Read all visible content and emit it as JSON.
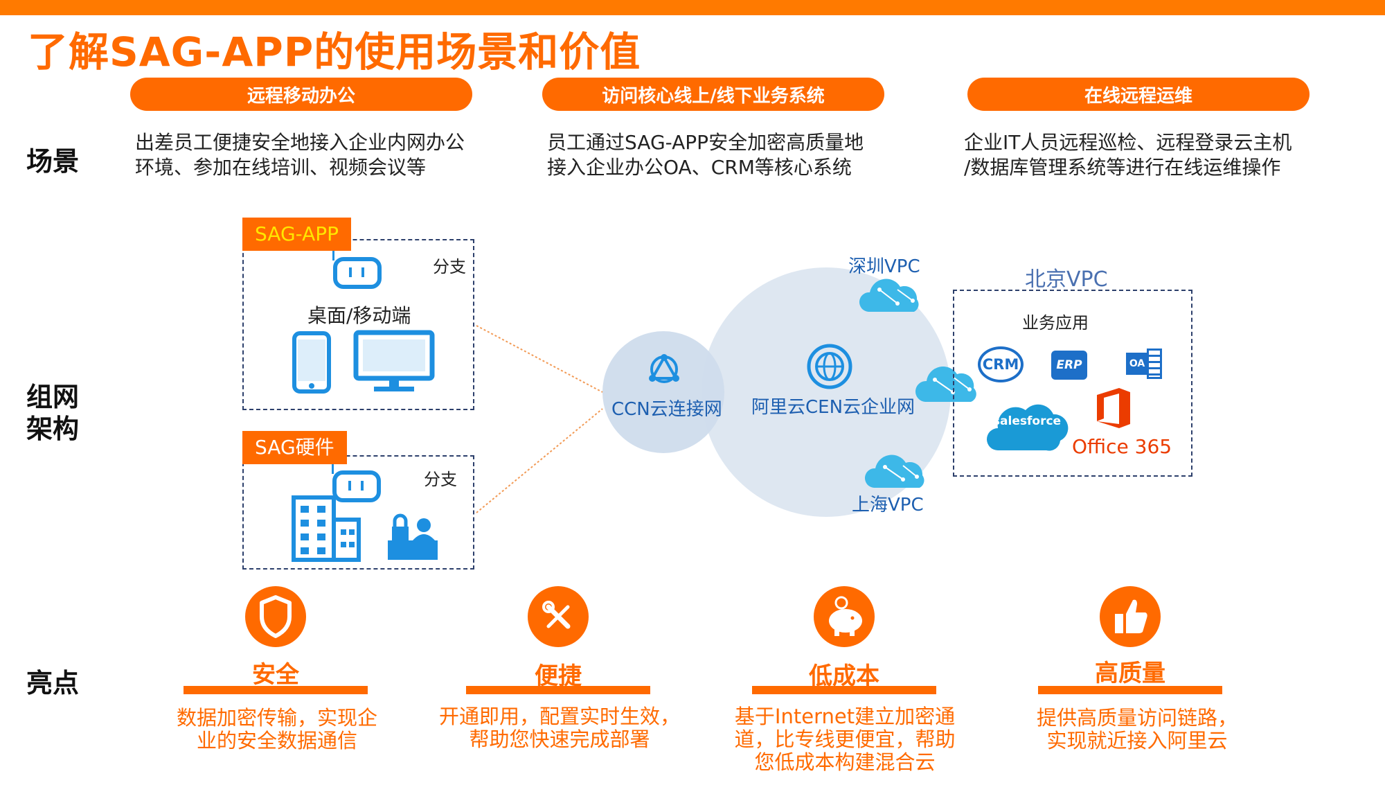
{
  "title": "了解SAG-APP的使用场景和价值",
  "row_labels": {
    "scenario": "场景",
    "network_l1": "组网",
    "network_l2": "架构",
    "highlights": "亮点"
  },
  "scenarios": [
    {
      "pill": "远程移动办公",
      "line1": "出差员工便捷安全地接入企业内网办公",
      "line2": "环境、参加在线培训、视频会议等"
    },
    {
      "pill": "访问核心线上/线下业务系统",
      "line1": "员工通过SAG-APP安全加密高质量地",
      "line2": "接入企业办公OA、CRM等核心系统"
    },
    {
      "pill": "在线远程运维",
      "line1": "企业IT人员远程巡检、远程登录云主机",
      "line2": "/数据库管理系统等进行在线运维操作"
    }
  ],
  "network": {
    "box1": {
      "tag": "SAG-APP",
      "branch": "分支",
      "label": "桌面/移动端"
    },
    "box2": {
      "tag": "SAG硬件",
      "branch": "分支"
    },
    "ccn": "CCN云连接网",
    "cen": "阿里云CEN云企业网",
    "shenzhen": "深圳VPC",
    "shanghai": "上海VPC",
    "beijing": "北京VPC",
    "apps_title": "业务应用",
    "apps": {
      "crm": "CRM",
      "erp": "ERP",
      "oa": "OA",
      "salesforce": "salesforce",
      "office": "Office 365"
    },
    "colors": {
      "orange": "#ff6a00",
      "blue": "#1d8fe0",
      "cloud": "#3db8e8"
    }
  },
  "highlights": [
    {
      "icon": "shield-icon",
      "title": "安全",
      "line1": "数据加密传输，实现企",
      "line2": "业的安全数据通信",
      "line3": ""
    },
    {
      "icon": "tools-icon",
      "title": "便捷",
      "line1": "开通即用，配置实时生效，",
      "line2": "帮助您快速完成部署",
      "line3": ""
    },
    {
      "icon": "piggy-bank-icon",
      "title": "低成本",
      "line1": "基于Internet建立加密通",
      "line2": "道，比专线更便宜，帮助",
      "line3": "您低成本构建混合云"
    },
    {
      "icon": "thumbs-up-icon",
      "title": "高质量",
      "line1": "提供高质量访问链路，",
      "line2": "实现就近接入阿里云",
      "line3": ""
    }
  ]
}
